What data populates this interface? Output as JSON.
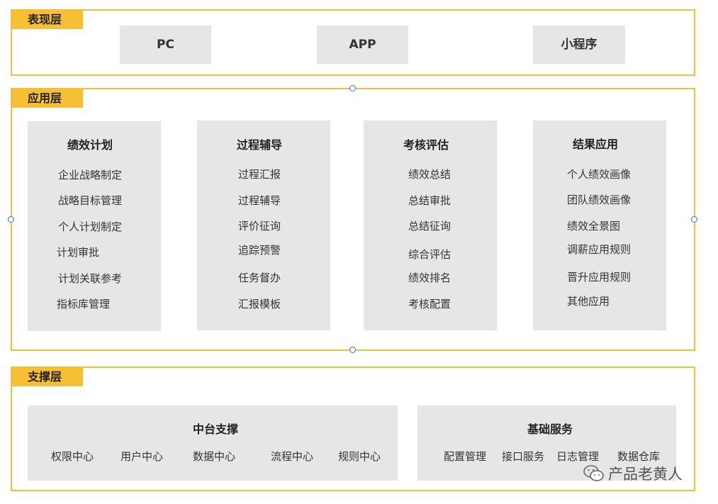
{
  "presentation": {
    "tag": "表现层",
    "boxes": [
      "PC",
      "APP",
      "小程序"
    ]
  },
  "application": {
    "tag": "应用层",
    "columns": [
      {
        "title": "绩效计划",
        "items": [
          "企业战略制定",
          "战略目标管理",
          "个人计划制定",
          "计划审批",
          "计划关联参考",
          "指标库管理"
        ]
      },
      {
        "title": "过程辅导",
        "items": [
          "过程汇报",
          "过程辅导",
          "评价征询",
          "追踪预警",
          "任务督办",
          "汇报模板"
        ]
      },
      {
        "title": "考核评估",
        "items": [
          "绩效总结",
          "总结审批",
          "总结征询",
          "综合评估",
          "绩效排名",
          "考核配置"
        ]
      },
      {
        "title": "结果应用",
        "items": [
          "个人绩效画像",
          "团队绩效画像",
          "绩效全景图",
          "调薪应用规则",
          "晋升应用规则",
          "其他应用"
        ]
      }
    ]
  },
  "support": {
    "tag": "支撑层",
    "middle": {
      "title": "中台支撑",
      "items": [
        "权限中心",
        "用户中心",
        "数据中心",
        "流程中心",
        "规则中心"
      ]
    },
    "basic": {
      "title": "基础服务",
      "items": [
        "配置管理",
        "接口服务",
        "日志管理",
        "数据仓库"
      ]
    }
  },
  "watermark": {
    "text": "产品老黄人",
    "icon": "wechat-icon"
  },
  "colors": {
    "accent": "#f7c034",
    "box": "#e6e6e6",
    "handle": "#2f6fe0"
  }
}
